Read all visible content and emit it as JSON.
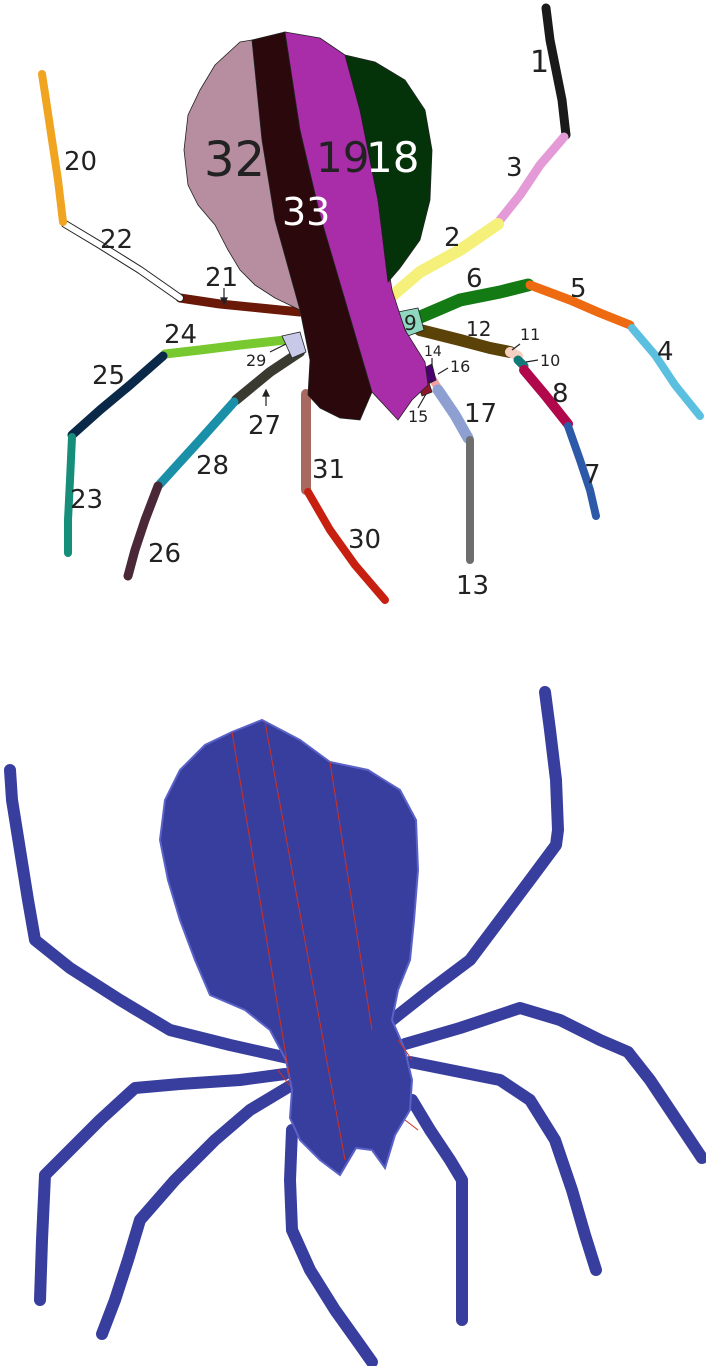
{
  "colored_panel": {
    "labels": [
      "1",
      "2",
      "3",
      "4",
      "5",
      "6",
      "7",
      "8",
      "9",
      "10",
      "11",
      "12",
      "13",
      "14",
      "15",
      "16",
      "17",
      "18",
      "19",
      "20",
      "21",
      "22",
      "23",
      "24",
      "25",
      "26",
      "27",
      "28",
      "29",
      "30",
      "31",
      "32",
      "33"
    ],
    "colors": {
      "body_left": "#b78ea0",
      "body_dark": "#2a080c",
      "body_magenta": "#a92da8",
      "body_green": "#043309",
      "seg1": "#1a1a1a",
      "seg2": "#f5f07a",
      "seg3": "#e39ad6",
      "seg4": "#5bbfe0",
      "seg5": "#ee6a10",
      "seg6": "#137a14",
      "seg7": "#2d5aa8",
      "seg8": "#b0084a",
      "seg9": "#8fd7be",
      "seg10": "#117a78",
      "seg11": "#f5d0c0",
      "seg12": "#5a4208",
      "seg13": "#6e6e6e",
      "seg14": "#4a0070",
      "seg15": "#8a1a2a",
      "seg16": "#f0a0a0",
      "seg17": "#8ea0d2",
      "seg20": "#f0a420",
      "seg21": "#6a1808",
      "seg22": "#ffffff",
      "seg23": "#168f7a",
      "seg24": "#78c830",
      "seg25": "#0a2848",
      "seg26": "#4a2838",
      "seg27": "#3a3a30",
      "seg28": "#1a8fa8",
      "seg29": "#c8c8e8",
      "seg30": "#c82010",
      "seg31": "#a86a60"
    }
  },
  "mesh_panel": {
    "colors": {
      "fill": "#383e9e",
      "edge": "#5a62c8",
      "seam": "#d03020"
    }
  }
}
